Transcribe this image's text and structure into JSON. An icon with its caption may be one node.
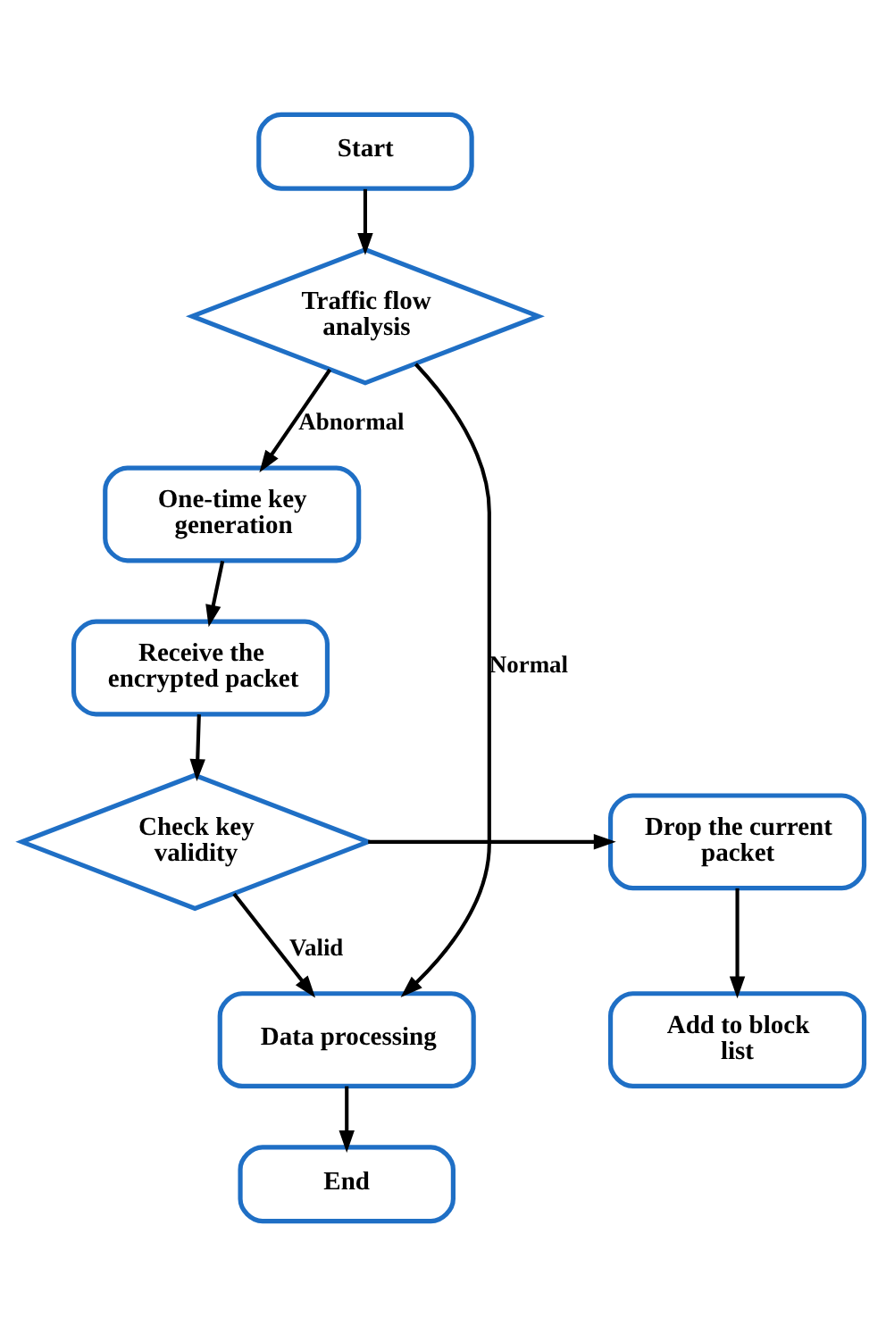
{
  "diagram": {
    "nodes": [
      {
        "text": [
          "Start"
        ]
      },
      {
        "text": [
          "Traffic flow analysis"
        ]
      },
      {
        "text": [
          "One-time key generation"
        ]
      },
      {
        "text": [
          "Receive the encrypted packet"
        ]
      },
      {
        "text": [
          "Check key validity"
        ]
      },
      {
        "text": [
          "Drop the current packet"
        ]
      },
      {
        "text": [
          "Add to block list"
        ]
      },
      {
        "text": [
          "Data processing"
        ]
      },
      {
        "text": [
          "End"
        ]
      }
    ],
    "edges": [
      {
        "from": 0,
        "to": 1,
        "arrow": "to"
      },
      {
        "from": 1,
        "to": 2,
        "arrow": "to",
        "label": "Abnormal"
      },
      {
        "from": 2,
        "to": 3,
        "arrow": "to"
      },
      {
        "from": 3,
        "to": 4,
        "arrow": "to"
      },
      {
        "from": 4,
        "to": 5,
        "arrow": "to"
      },
      {
        "from": 5,
        "to": 6,
        "arrow": "to"
      },
      {
        "from": 4,
        "to": 7,
        "arrow": "to",
        "label": "Valid"
      },
      {
        "from": 1,
        "to": 7,
        "arrow": "to",
        "label": "Normal"
      },
      {
        "from": 7,
        "to": 8,
        "arrow": "to"
      }
    ]
  }
}
